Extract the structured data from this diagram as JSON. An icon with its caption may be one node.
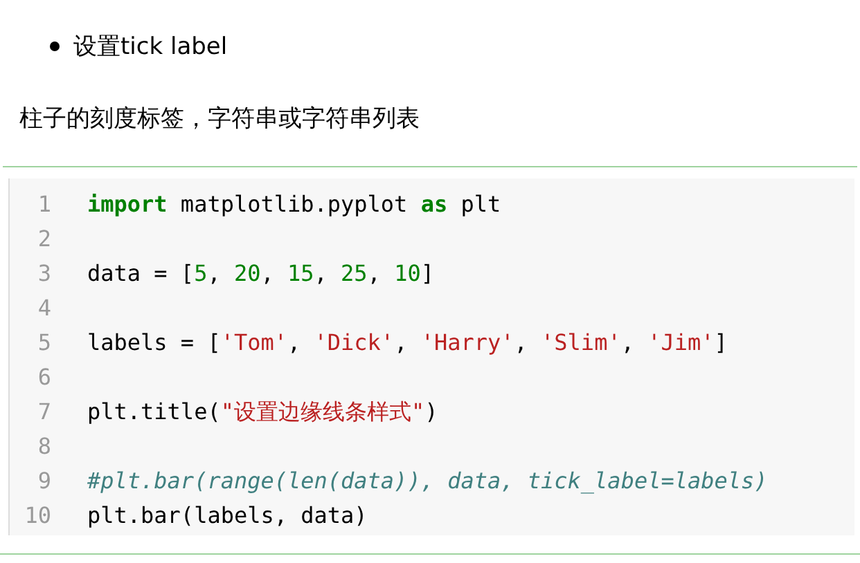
{
  "diagram": {
    "labels": [
      "设置tick label",
      "柱子的刻度标签，字符串或字符串列表",
      "1",
      "**import** matplotlib.pyplot **as** plt",
      "2",
      "3",
      "data = [5, 20, 15, 25, 10]",
      "4",
      "5",
      "labels = ['Tom', 'Dick', 'Harry', 'Slim', 'Jim']",
      "6",
      "7",
      "plt.title(\"设置边缘线条样式\")",
      "8",
      "9",
      "#plt.bar(range(len(data)), data, tick_label=labels)",
      "10",
      "plt.bar(labels, data)"
    ]
  }
}
